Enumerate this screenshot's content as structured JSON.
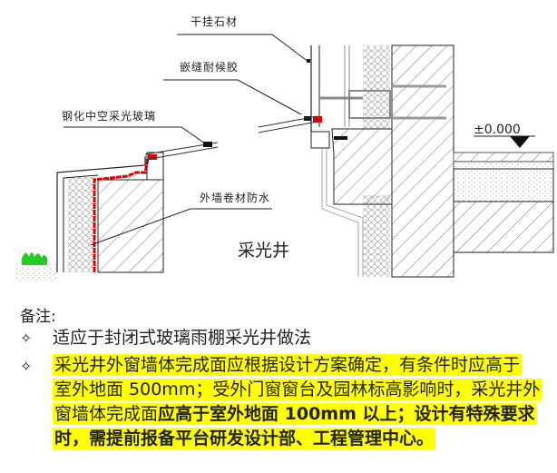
{
  "diagram": {
    "labels": {
      "dry_hang_stone": "干挂石材",
      "weather_sealant": "嵌缝耐候胶",
      "tempered_glass": "钢化中空采光玻璃",
      "waterproofing": "外墙卷材防水",
      "light_well": "采光井",
      "elevation": "±0.000"
    },
    "colors": {
      "waterproof": "#e00000",
      "grass": "#22cc22",
      "highlight": "#ffff00"
    }
  },
  "notes": {
    "title": "备注:",
    "bullet_symbol": "✧",
    "item1": "适应于封闭式玻璃雨棚采光井做法",
    "item2": {
      "line1": "采光井外窗墙体完成面应根据设计方案确定，有条件时应高于",
      "line2": "室外地面 500mm；受外门窗窗台及园林标高影响时，采光井外",
      "line3_normal": "窗墙体完成面",
      "line3_bold": "应高于室外地面 100mm 以上；设计有特殊要求",
      "line4": "时，需提前报备平台研发设计部、工程管理中心。"
    }
  }
}
